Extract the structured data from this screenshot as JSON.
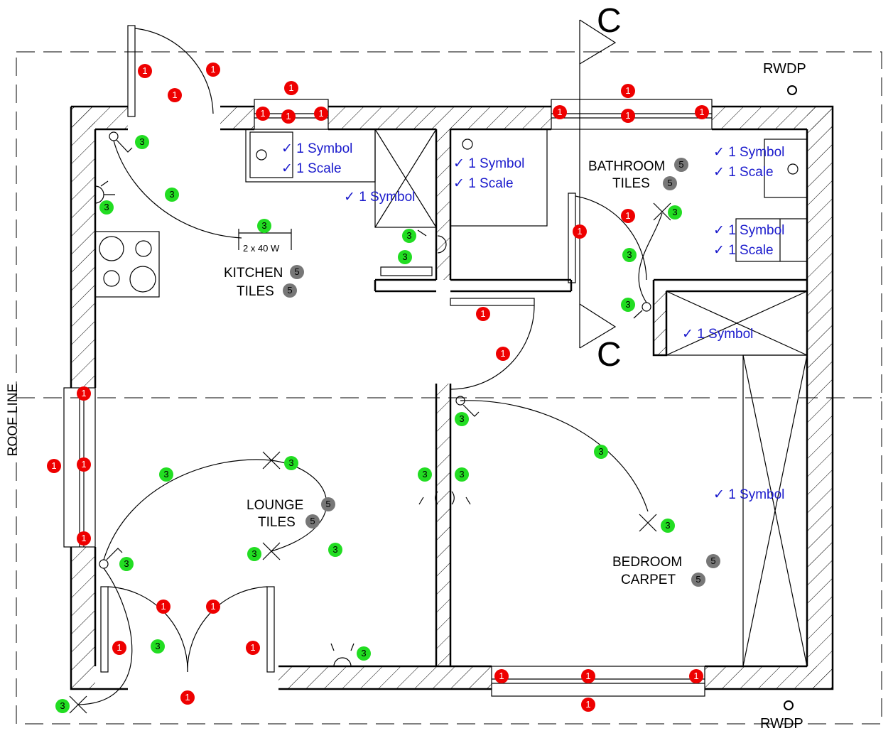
{
  "rooms": [
    {
      "name": "KITCHEN",
      "finish": "TILES"
    },
    {
      "name": "BATHROOM",
      "finish": "TILES"
    },
    {
      "name": "LOUNGE",
      "finish": "TILES"
    },
    {
      "name": "BEDROOM",
      "finish": "CARPET"
    }
  ],
  "section_marker": "C",
  "rwdp_label": "RWDP",
  "roof_line_label": "ROOF LINE",
  "light_rating": "2 x 40 W",
  "annotations": {
    "symbol": "✓ 1 Symbol",
    "scale": "✓ 1 Scale"
  },
  "badge_values": {
    "door_window": "1",
    "electrical": "3",
    "room_label": "5"
  },
  "colors": {
    "door_window": "#ee0000",
    "electrical": "#22dd22",
    "room_label": "#777777",
    "annotation": "#1a1acc"
  }
}
